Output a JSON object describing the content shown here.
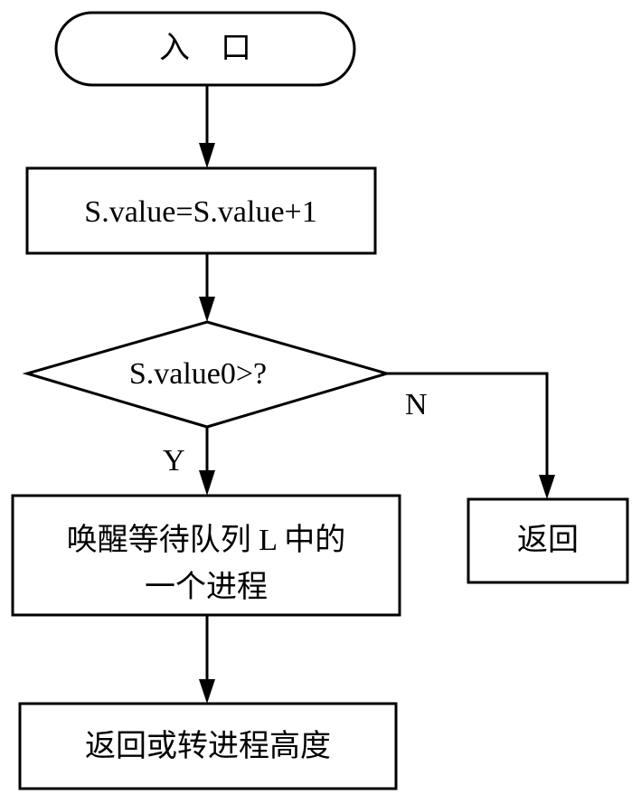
{
  "flowchart": {
    "start": {
      "label": "入　口"
    },
    "increment": {
      "label": "S.value=S.value+1"
    },
    "decision": {
      "label": "S.value0>?",
      "yes_label": "Y",
      "no_label": "N"
    },
    "wakeup": {
      "line1": "唤醒等待队列 L 中的",
      "line2": "一个进程"
    },
    "return_no": {
      "label": "返回"
    },
    "end": {
      "label": "返回或转进程高度"
    }
  }
}
